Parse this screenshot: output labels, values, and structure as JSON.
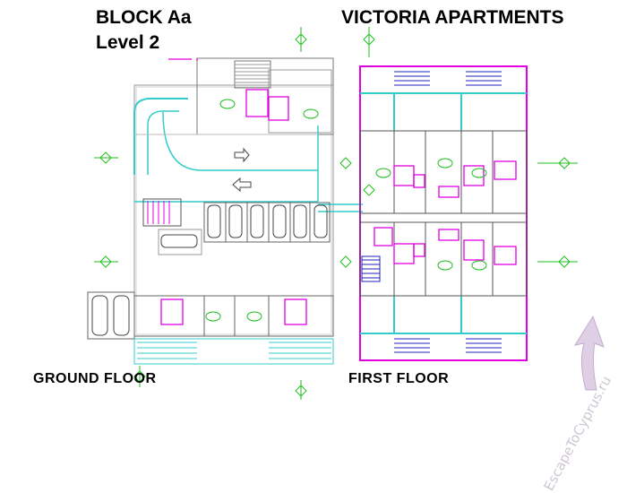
{
  "header": {
    "block_label": "BLOCK Aa",
    "level_label": "Level 2",
    "project_title": "VICTORIA APARTMENTS"
  },
  "floors": {
    "ground": "GROUND FLOOR",
    "first": "FIRST FLOOR"
  },
  "watermark": {
    "text": "EscapeToCyprus.ru"
  },
  "colors": {
    "wall": "#a0a0a0",
    "wall_cyan": "#33cccc",
    "magenta": "#e000e0",
    "green": "#1fbf1f",
    "blue": "#2020c0",
    "dark": "#333333"
  }
}
